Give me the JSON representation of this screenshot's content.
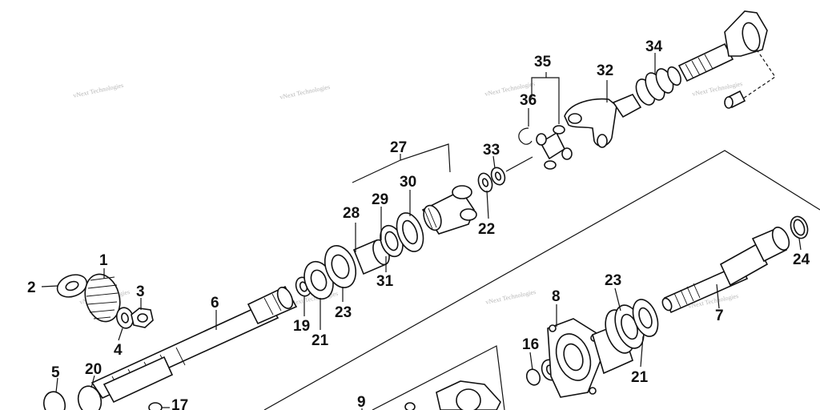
{
  "callouts": {
    "c1": "1",
    "c2": "2",
    "c3": "3",
    "c4": "4",
    "c5": "5",
    "c6": "6",
    "c7": "7",
    "c8": "8",
    "c9": "9",
    "c16": "16",
    "c17": "17",
    "c19": "19",
    "c20": "20",
    "c21a": "21",
    "c21b": "21",
    "c22": "22",
    "c23a": "23",
    "c23b": "23",
    "c24": "24",
    "c27": "27",
    "c28": "28",
    "c29": "29",
    "c30": "30",
    "c31": "31",
    "c32": "32",
    "c33": "33",
    "c34": "34",
    "c35": "35",
    "c36": "36"
  },
  "watermark": "vNext Technologies",
  "colors": {
    "line": "#111111",
    "watermark": "#b8b8b8",
    "background": "#ffffff"
  }
}
